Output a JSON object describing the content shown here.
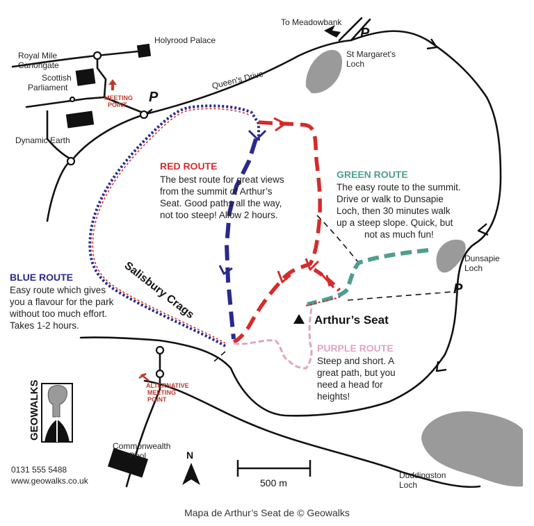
{
  "labels": {
    "to_meadowbank": "To Meadowbank",
    "holyrood_palace": "Holyrood Palace",
    "royal_mile_1": "Royal Mile",
    "royal_mile_2": "Canongate",
    "scottish_parliament_1": "Scottish",
    "scottish_parliament_2": "Parliament",
    "meeting_point_1": "MEETING",
    "meeting_point_2": "POINT",
    "queens_drive": "Queen's Drive",
    "st_margarets_1": "St Margaret's",
    "st_margarets_2": "Loch",
    "dynamic_earth": "Dynamic Earth",
    "dunsapie_1": "Dunsapie",
    "dunsapie_2": "Loch",
    "salisbury_crags": "Salisbury Crags",
    "arthurs_seat": "Arthur’s Seat",
    "alt_meeting_1": "ALTERNATIVE",
    "alt_meeting_2": "MEETING",
    "alt_meeting_3": "POINT",
    "commonwealth_1": "Commonwealth",
    "commonwealth_2": "Pool",
    "duddingston_1": "Duddingston",
    "duddingston_2": "Loch",
    "north": "N",
    "scale": "500 m",
    "parking": "P",
    "brand": "GEOWALKS",
    "phone": "0131 555 5488",
    "website": "www.geowalks.co.uk"
  },
  "routes": {
    "red": {
      "title": "RED ROUTE",
      "color": "#d52b2b",
      "lines": [
        "The best route for great views",
        "from the summit of Arthur’s",
        "Seat. Good paths all the way,",
        "not too steep! Allow 2 hours."
      ]
    },
    "green": {
      "title": "GREEN ROUTE",
      "color": "#4f9e8f",
      "lines": [
        "The easy route to the summit.",
        "Drive or walk to Dunsapie",
        "Loch, then 30 minutes walk",
        "up a steep slope. Quick, but",
        "not as much fun!"
      ]
    },
    "blue": {
      "title": "BLUE ROUTE",
      "color": "#2a2a8c",
      "lines": [
        "Easy route which gives",
        "you a flavour for the park",
        "without too much effort.",
        "Takes 1-2 hours."
      ]
    },
    "purple": {
      "title": "PURPLE ROUTE",
      "color": "#e0a4c4",
      "lines": [
        "Steep and short. A",
        "great path, but you",
        "need a head for",
        "heights!"
      ]
    }
  },
  "colors": {
    "road": "#111111",
    "loch": "#9a9a9a",
    "meeting": "#c0392b"
  },
  "caption": "Mapa de Arthur’s Seat de © Geowalks"
}
